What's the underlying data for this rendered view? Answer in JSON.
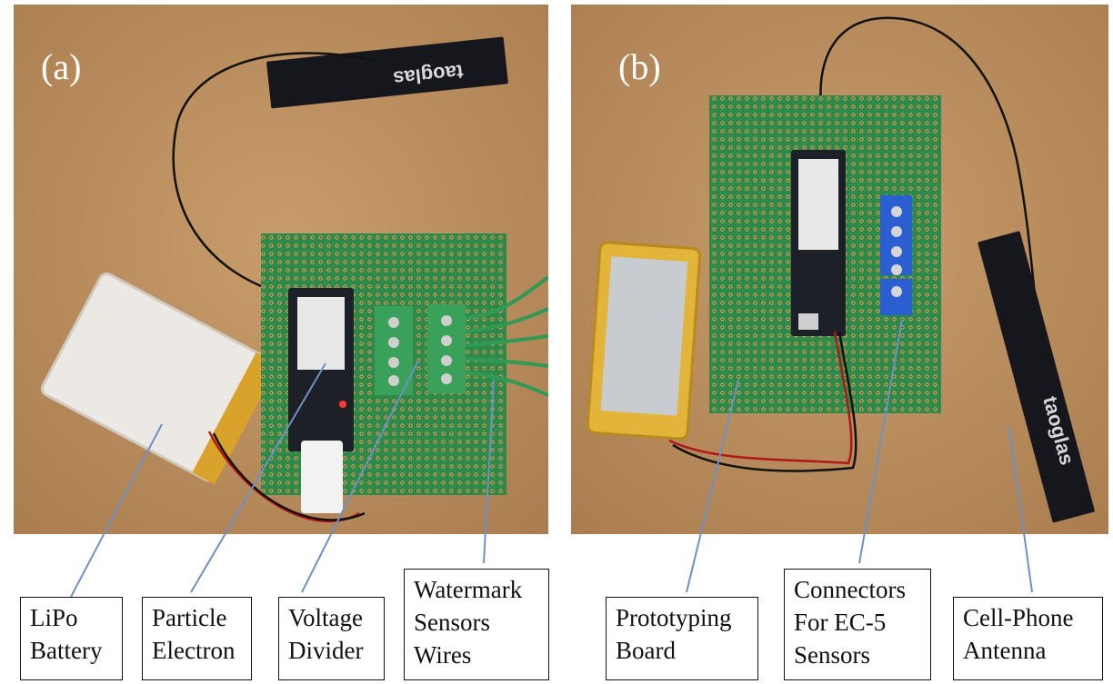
{
  "panels": [
    {
      "label": "(a)"
    },
    {
      "label": "(b)"
    }
  ],
  "callouts": [
    {
      "text": "LiPo\nBattery"
    },
    {
      "text": "Particle\nElectron"
    },
    {
      "text": "Voltage\nDivider"
    },
    {
      "text": "Watermark\nSensors\nWires"
    },
    {
      "text": "Prototyping\nBoard"
    },
    {
      "text": "Connectors\nFor EC-5\nSensors"
    },
    {
      "text": "Cell-Phone\nAntenna"
    }
  ],
  "photo_text": {
    "antenna_brand": "taoglas"
  },
  "colors": {
    "table_surface": "#c19664",
    "pcb_green": "#2f8a4a",
    "antenna_black": "#15171c",
    "leader_blue": "#6f90c4"
  }
}
